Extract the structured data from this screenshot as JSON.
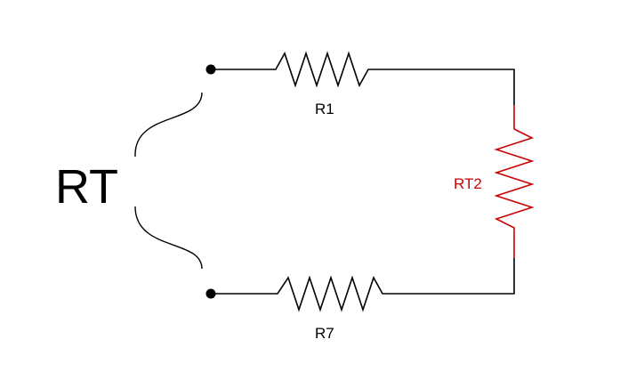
{
  "diagram": {
    "equivalent_label": "RT",
    "components": [
      {
        "id": "R1",
        "label": "R1"
      },
      {
        "id": "RT2",
        "label": "RT2"
      },
      {
        "id": "R7",
        "label": "R7"
      }
    ]
  },
  "colors": {
    "wire": "#000000",
    "highlight": "#cc0000"
  }
}
